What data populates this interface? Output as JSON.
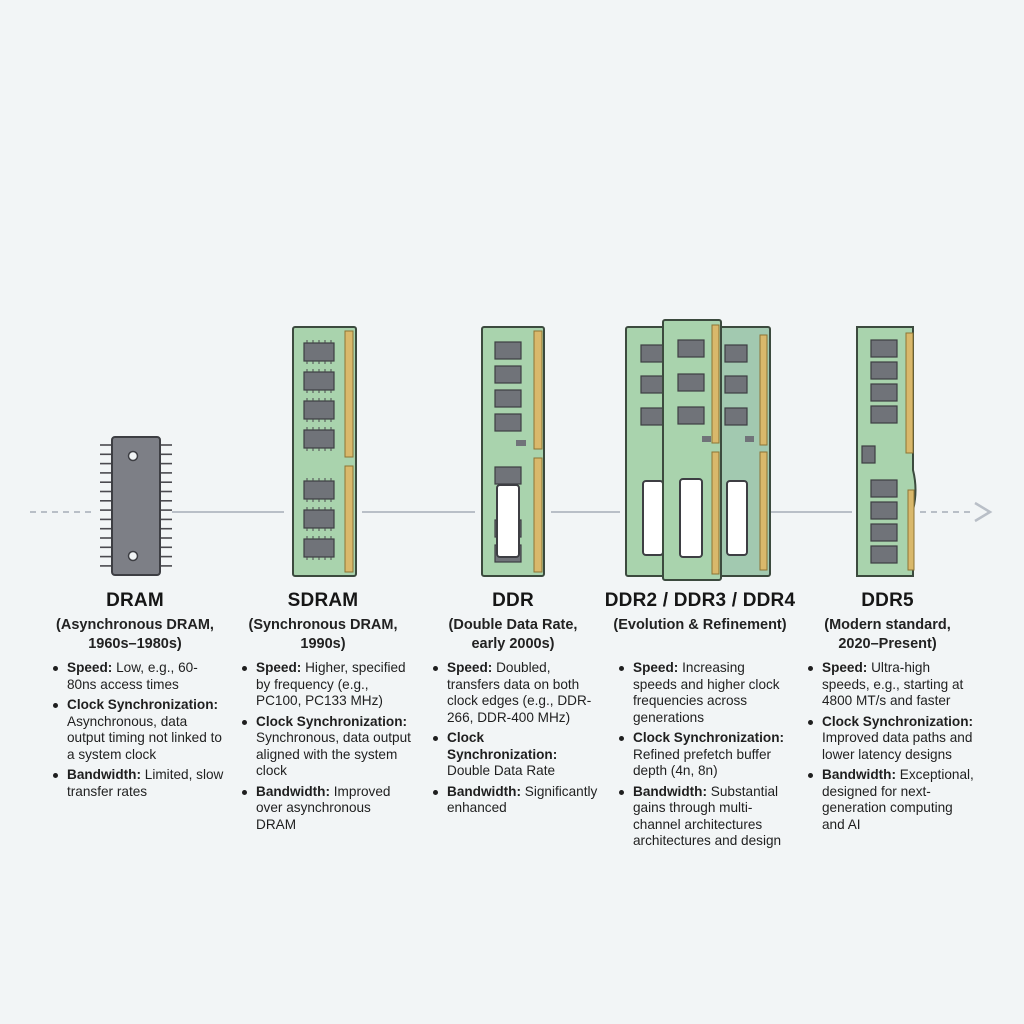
{
  "colors": {
    "background": "#f2f5f6",
    "pcb_green": "#a9d3ad",
    "chip_gray": "#7d7f86",
    "gold_contacts": "#c9a65a",
    "timeline": "#b9bfc7"
  },
  "generations": [
    {
      "name": "DRAM",
      "subtitle_lines": [
        "(Asynchronous DRAM,",
        "1960s–1980s)"
      ],
      "specs": [
        {
          "label": "Speed:",
          "text": "Low, e.g., 60-80ns access times"
        },
        {
          "label": "Clock Synchronization:",
          "text": "Asynchronous, data output timing not linked to a system clock"
        },
        {
          "label": "Bandwidth:",
          "text": "Limited, slow transfer rates"
        }
      ]
    },
    {
      "name": "SDRAM",
      "subtitle_lines": [
        "(Synchronous DRAM,",
        "1990s)"
      ],
      "specs": [
        {
          "label": "Speed:",
          "text": "Higher, specified by frequency (e.g., PC100, PC133 MHz)"
        },
        {
          "label": "Clock Synchronization:",
          "text": "Synchronous, data output aligned with the system clock"
        },
        {
          "label": "Bandwidth:",
          "text": "Improved over asynchronous DRAM"
        }
      ]
    },
    {
      "name": "DDR",
      "subtitle_lines": [
        "(Double Data Rate,",
        "early 2000s)"
      ],
      "specs": [
        {
          "label": "Speed:",
          "text": "Doubled, transfers data on both clock edges (e.g., DDR-266, DDR-400 MHz)"
        },
        {
          "label": "Clock Synchronization:",
          "text": "Double Data Rate"
        },
        {
          "label": "Bandwidth:",
          "text": "Significantly enhanced"
        }
      ]
    },
    {
      "name": "DDR2 / DDR3 / DDR4",
      "subtitle_lines": [
        "(Evolution & Refinement)"
      ],
      "specs": [
        {
          "label": "Speed:",
          "text": "Increasing speeds and higher clock frequencies across generations"
        },
        {
          "label": "Clock Synchronization:",
          "text": "Refined prefetch buffer depth (4n, 8n)"
        },
        {
          "label": "Bandwidth:",
          "text": "Substantial gains through multi-channel architectures architectures and design"
        }
      ]
    },
    {
      "name": "DDR5",
      "subtitle_lines": [
        "(Modern standard,",
        "2020–Present)"
      ],
      "specs": [
        {
          "label": "Speed:",
          "text": "Ultra-high speeds, e.g., starting at 4800 MT/s and faster"
        },
        {
          "label": "Clock Synchronization:",
          "text": "Improved data paths and lower latency designs"
        },
        {
          "label": "Bandwidth:",
          "text": "Exceptional, designed for next-generation computing and AI"
        }
      ]
    }
  ]
}
